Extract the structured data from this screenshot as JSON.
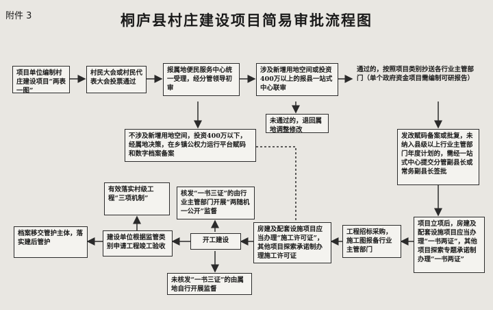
{
  "header": {
    "attachment_label": "附件 3",
    "title": "桐庐县村庄建设项目简易审批流程图"
  },
  "nodes": {
    "n1": "项目单位编制村庄建设项目“两表一图”",
    "n2": "村民大会或村民代表大会投票通过",
    "n3": "报属地便民服务中心统一受理，经分管领导初审",
    "n4": "涉及新增用地空间或投资400万以上的报县一站式中心联审",
    "n5": "通过的，按照项目类别抄送各行业主管部门（单个政府资金项目需编制可研报告）",
    "n6": "未通过的，退回属地调整修改",
    "n7": "不涉及新增用地空间，投资400万以下，经属地决策，在乡镇公权力运行平台赋码和数字档案备案",
    "n8": "发改赋码备案或批复，未纳入县级以上行业主管部门年度计划的，需经一站式中心提交分管副县长或常务副县长签批",
    "n9": "项目立项后，房建及配套设施项目应当办理“一书两证”，其他项目探索专题承诺制办理“一书两证”",
    "n10": "工程招标采购，施工图报备行业主管部门",
    "n11": "房建及配套设施项目应当办理“施工许可证”，其他项目探索承诺制办理施工许可证",
    "n12": "核发“一书三证”的由行业主管部门开展“两随机一公开”监督",
    "n13": "开工建设",
    "n14": "未核发“一书三证”的由属地自行开展监督",
    "n15": "有效落实村级工程“三项机制”",
    "n16": "建设单位根据监管类别申请工程竣工验收",
    "n17": "档案移交管护主体，落实建后管护"
  }
}
